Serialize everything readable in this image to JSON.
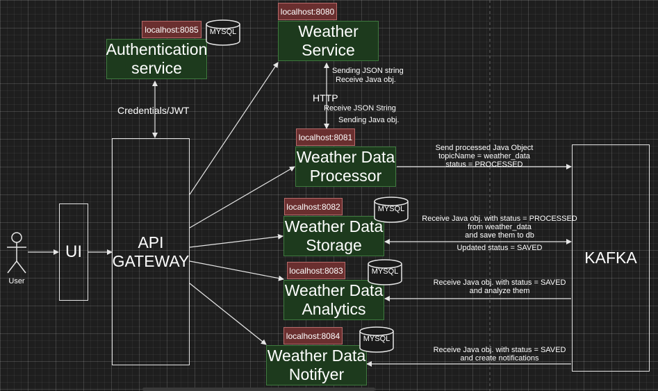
{
  "services": {
    "auth": {
      "name": "Authentication service",
      "host": "localhost:8085",
      "db": "MYSQL"
    },
    "weather_service": {
      "name": "Weather Service",
      "host": "localhost:8080"
    },
    "processor": {
      "name": "Weather Data Processor",
      "host": "localhost:8081"
    },
    "storage": {
      "name": "Weather Data Storage",
      "host": "localhost:8082",
      "db": "MYSQL"
    },
    "analytics": {
      "name": "Weather Data Analytics",
      "host": "localhost:8083",
      "db": "MYSQL"
    },
    "notifyer": {
      "name": "Weather Data Notifyer",
      "host": "localhost:8084",
      "db": "MYSQL"
    }
  },
  "nodes": {
    "user": "User",
    "ui": "UI",
    "gateway": "API GATEWAY",
    "kafka": "KAFKA"
  },
  "labels": {
    "credentials": "Credentials/JWT",
    "http": "HTTP",
    "ws_sending": "Sending JSON string",
    "ws_receive": "Receive Java obj.",
    "proc_receive": "Receive JSON String",
    "proc_sending": "Sending Java obj.",
    "send_processed_1": "Send processed Java Object",
    "send_processed_2": "topicName = weather_data",
    "send_processed_3": "status = PROCESSED",
    "storage_1": "Receive Java obj. with status = PROCESSED",
    "storage_2": "from weather_data",
    "storage_3": "and save them to db",
    "storage_updated": "Updated status = SAVED",
    "analytics_1": "Receive Java obj. with status = SAVED",
    "analytics_2": "and analyze them",
    "notify_1": "Receive Java obj. with status = SAVED",
    "notify_2": "and create notifications"
  },
  "colors": {
    "background": "#1e1e1e",
    "service_fill": "#1d3a1d",
    "service_border": "#3f7a3f",
    "host_fill": "#6a2f2f",
    "host_border": "#b86a6a",
    "line": "#e6e6e6"
  }
}
